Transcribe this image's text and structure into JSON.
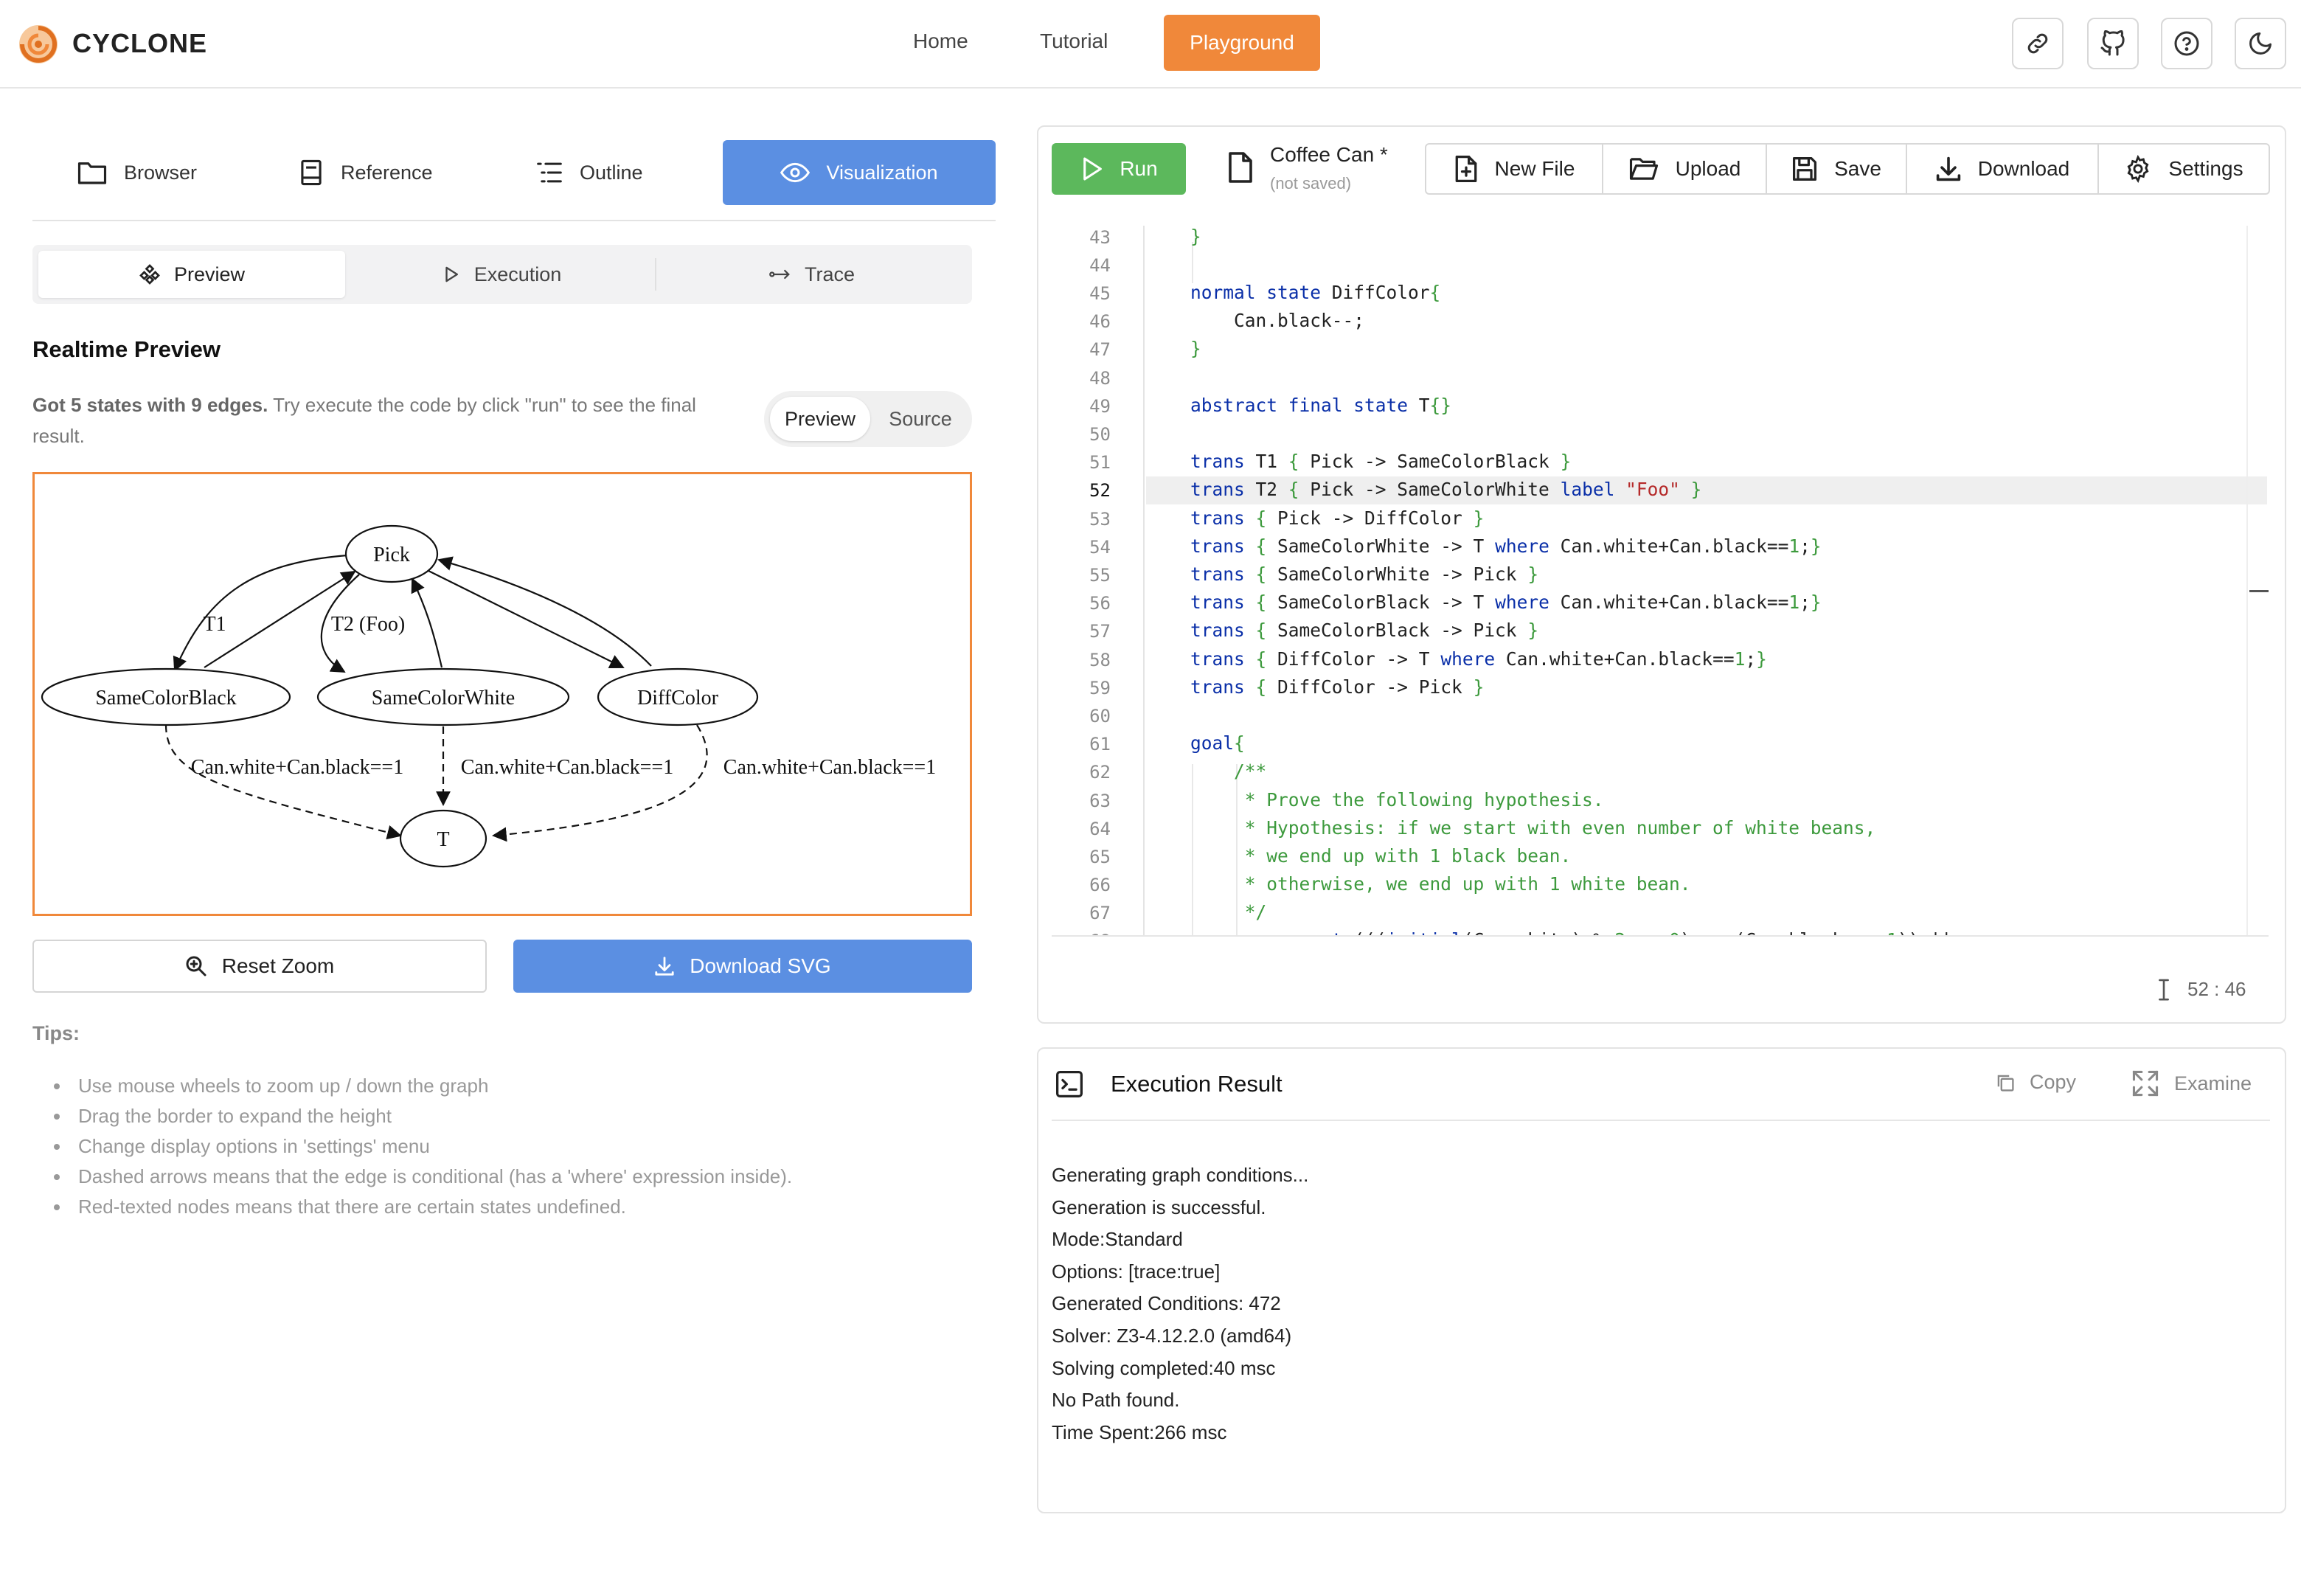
{
  "header": {
    "brand": "CYCLONE",
    "nav": [
      "Home",
      "Tutorial",
      "Playground"
    ],
    "active_nav": "Playground",
    "icons": [
      "link-icon",
      "github-icon",
      "help-icon",
      "dark-mode-icon"
    ]
  },
  "left_tabs": [
    "Browser",
    "Reference",
    "Outline",
    "Visualization"
  ],
  "sub_tabs": [
    "Preview",
    "Execution",
    "Trace"
  ],
  "preview": {
    "title": "Realtime Preview",
    "desc_bold": "Got 5 states with 9 edges.",
    "desc_rest": " Try execute the code by click \"run\" to see the final result.",
    "toggle": [
      "Preview",
      "Source"
    ],
    "reset_zoom": "Reset Zoom",
    "download_svg": "Download SVG"
  },
  "graph": {
    "nodes": [
      "Pick",
      "SameColorBlack",
      "SameColorWhite",
      "DiffColor",
      "T"
    ],
    "edge_labels": [
      "T1",
      "T2 (Foo)",
      "Can.white+Can.black==1",
      "Can.white+Can.black==1",
      "Can.white+Can.black==1"
    ]
  },
  "tips": {
    "title": "Tips:",
    "items": [
      "Use mouse wheels to zoom up / down the graph",
      "Drag the border to expand the height",
      "Change display options in 'settings' menu",
      "Dashed arrows means that the edge is conditional (has a 'where' expression inside).",
      "Red-texted nodes means that there are certain states undefined."
    ]
  },
  "editor": {
    "run_label": "Run",
    "file_name": "Coffee Can *",
    "file_status": "(not saved)",
    "toolbar": [
      "New File",
      "Upload",
      "Save",
      "Download",
      "Settings"
    ],
    "line_start": 43,
    "active_line": 52,
    "cursor": "52 : 46"
  },
  "result": {
    "title": "Execution Result",
    "copy": "Copy",
    "examine": "Examine",
    "lines": [
      "Generating graph conditions...",
      "Generation is successful.",
      "Mode:Standard",
      "Options: [trace:true]",
      "Generated Conditions: 472",
      "Solver: Z3-4.12.2.0 (amd64)",
      "Solving completed:40 msc",
      "No Path found.",
      "Time Spent:266 msc"
    ]
  },
  "colors": {
    "accent": "#f0883a",
    "primary": "#5b8fe2",
    "run": "#5cb85c",
    "keyword": "#0a2fa8",
    "string": "#b52a2a",
    "comment": "#3d9a3d"
  }
}
